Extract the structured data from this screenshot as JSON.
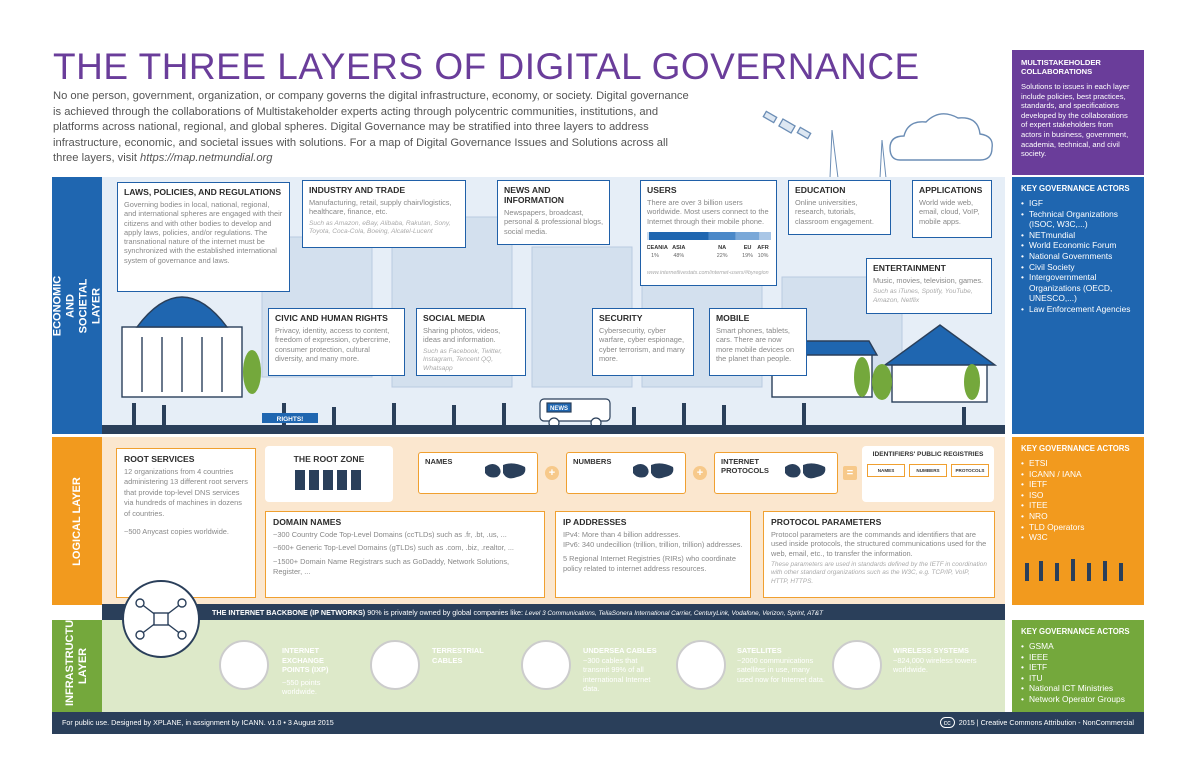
{
  "header": {
    "title": "THE THREE LAYERS OF DIGITAL GOVERNANCE",
    "intro": "No one person, government, organization, or company governs the digital infrastructure, economy, or society. Digital governance is achieved through the collaborations of Multistakeholder experts acting through polycentric communities, institutions, and platforms across national, regional, and global spheres. Digital Governance may be stratified into three layers to address infrastructure, economic, and societal issues with solutions. For a map of Digital Governance Issues and Solutions across all three layers, visit ",
    "url": "https://map.netmundial.org"
  },
  "multistakeholder": {
    "title": "MULTISTAKEHOLDER COLLABORATIONS",
    "body": "Solutions to issues in each layer include policies, best practices, standards, and specifications developed by the collaborations of expert stakeholders from actors in business, government, academia, technical, and civil society."
  },
  "layers": {
    "economic": "ECONOMIC AND SOCIETAL LAYER",
    "logical": "LOGICAL LAYER",
    "infrastructure": "INFRASTRUCTURE LAYER"
  },
  "actors": {
    "title": "KEY GOVERNANCE ACTORS",
    "economic": [
      "IGF",
      "Technical Organizations (ISOC, W3C,...)",
      "NETmundial",
      "World Economic Forum",
      "National Governments",
      "Civil Society",
      "Intergovernmental Organizations (OECD, UNESCO,...)",
      "Law Enforcement Agencies"
    ],
    "logical": [
      "ETSI",
      "ICANN / IANA",
      "IETF",
      "ISO",
      "ITEE",
      "NRO",
      "TLD Operators",
      "W3C"
    ],
    "infrastructure": [
      "GSMA",
      "IEEE",
      "IETF",
      "ITU",
      "National ICT Ministries",
      "Network Operator Groups"
    ]
  },
  "econ_cards": {
    "laws": {
      "h": "LAWS, POLICIES, AND REGULATIONS",
      "t": "Governing bodies in local, national, regional, and international spheres are engaged with their citizens and with other bodies to develop and apply laws, policies, and/or regulations. The transnational nature of the internet must be synchronized with the established international system of governance and laws."
    },
    "industry": {
      "h": "INDUSTRY AND TRADE",
      "t": "Manufacturing, retail, supply chain/logistics, healthcare, finance, etc.",
      "s": "Such as Amazon, eBay, Alibaba, Rakutan, Sony, Toyota, Coca-Cola, Boeing, Alcatel-Lucent"
    },
    "news": {
      "h": "NEWS AND INFORMATION",
      "t": "Newspapers, broadcast, personal & professional blogs, social media."
    },
    "users": {
      "h": "USERS",
      "t": "There are over 3 billion users worldwide. Most users connect to the Internet through their mobile phone.",
      "source": "www.internetlivestats.com/internet-users/#byregion"
    },
    "education": {
      "h": "EDUCATION",
      "t": "Online universities, research, tutorials, classroom engagement."
    },
    "applications": {
      "h": "APPLICATIONS",
      "t": "World wide web, email, cloud, VoIP, mobile apps."
    },
    "entertainment": {
      "h": "ENTERTAINMENT",
      "t": "Music, movies, television, games.",
      "s": "Such as iTunes, Spotify, YouTube, Amazon, Netflix"
    },
    "civic": {
      "h": "CIVIC AND HUMAN RIGHTS",
      "t": "Privacy, identity, access to content, freedom of expression, cybercrime, consumer protection, cultural diversity, and many more."
    },
    "social": {
      "h": "SOCIAL MEDIA",
      "t": "Sharing photos, videos, ideas and information.",
      "s": "Such as Facebook, Twitter, Instagram, Tencent QQ, Whatsapp"
    },
    "security": {
      "h": "SECURITY",
      "t": "Cybersecurity, cyber warfare, cyber espionage, cyber terrorism, and many more."
    },
    "mobile": {
      "h": "MOBILE",
      "t": "Smart phones, tablets, cars. There are now more mobile devices on the planet than people."
    }
  },
  "user_regions": [
    {
      "name": "OCEANIA",
      "pct": "1%",
      "value": 1,
      "color": "#c9dcf0"
    },
    {
      "name": "ASIA",
      "pct": "48%",
      "value": 48,
      "color": "#1f66b0"
    },
    {
      "name": "NA",
      "pct": "22%",
      "value": 22,
      "color": "#4a88c8"
    },
    {
      "name": "EU",
      "pct": "19%",
      "value": 19,
      "color": "#7aa8d8"
    },
    {
      "name": "AFR",
      "pct": "10%",
      "value": 10,
      "color": "#a9c6e6"
    }
  ],
  "scene": {
    "rights": "RIGHTS!",
    "news": "NEWS"
  },
  "logical": {
    "root_services": {
      "h": "ROOT SERVICES",
      "t1": "12 organizations from 4 countries administering 13 different root servers that provide top-level DNS services via hundreds of machines in dozens of countries.",
      "t2": "~500 Anycast copies worldwide."
    },
    "root_zone": "THE ROOT ZONE",
    "names": "NAMES",
    "numbers": "NUMBERS",
    "protocols": "INTERNET PROTOCOLS",
    "registries": "IDENTIFIERS' PUBLIC REGISTRIES",
    "mini": [
      "NAMES",
      "NUMBERS",
      "PROTOCOLS"
    ],
    "domain": {
      "h": "DOMAIN NAMES",
      "l1": "~300 Country Code Top-Level Domains (ccTLDs) such as .fr, .bt, .us, ...",
      "l2": "~600+ Generic Top-Level Domains (gTLDs) such as .com, .biz, .realtor, ...",
      "l3": "~1500+ Domain Name Registrars such as GoDaddy, Network Solutions, Register, ..."
    },
    "ip": {
      "h": "IP ADDRESSES",
      "l1": "IPv4: More than 4 billion addresses.",
      "l2": "IPv6: 340 undecillion (trillion, trillion, trillion) addresses.",
      "l3": "5 Regional Internet Registries (RIRs) who coordinate policy related to internet address resources."
    },
    "protocol": {
      "h": "PROTOCOL PARAMETERS",
      "t": "Protocol parameters are the commands and identifiers that are used inside protocols, the structured communications used for the web, email, etc., to transfer the information.",
      "s": "These parameters are used in standards defined by the IETF in coordination with other standard organizations such as the W3C, e.g. TCP/IP, VoIP, HTTP, HTTPS."
    }
  },
  "backbone": {
    "title": "THE INTERNET BACKBONE (IP NETWORKS)",
    "text": " 90% is privately owned by global companies like: ",
    "companies": "Level 3 Communications, TeliaSonera International Carrier, CenturyLink, Vodafone, Verizon, Sprint, AT&T"
  },
  "infra": {
    "ixp": {
      "h": "INTERNET EXCHANGE POINTS (IXP)",
      "t": "~550 points worldwide."
    },
    "terrestrial": {
      "h": "TERRESTRIAL CABLES"
    },
    "undersea": {
      "h": "UNDERSEA CABLES",
      "t": "~300 cables that transmit 99% of all international Internet data."
    },
    "satellites": {
      "h": "SATELLITES",
      "t": "~2000 communications satellites in use, many used now for Internet data."
    },
    "wireless": {
      "h": "WIRELESS SYSTEMS",
      "t": "~824,000 wireless towers worldwide."
    }
  },
  "footer": {
    "left": "For public use. Designed by XPLANE, in assignment by ICANN. v1.0 • 3 August 2015",
    "right": "2015 | Creative Commons Attribution - NonCommercial",
    "cc": "cc"
  }
}
